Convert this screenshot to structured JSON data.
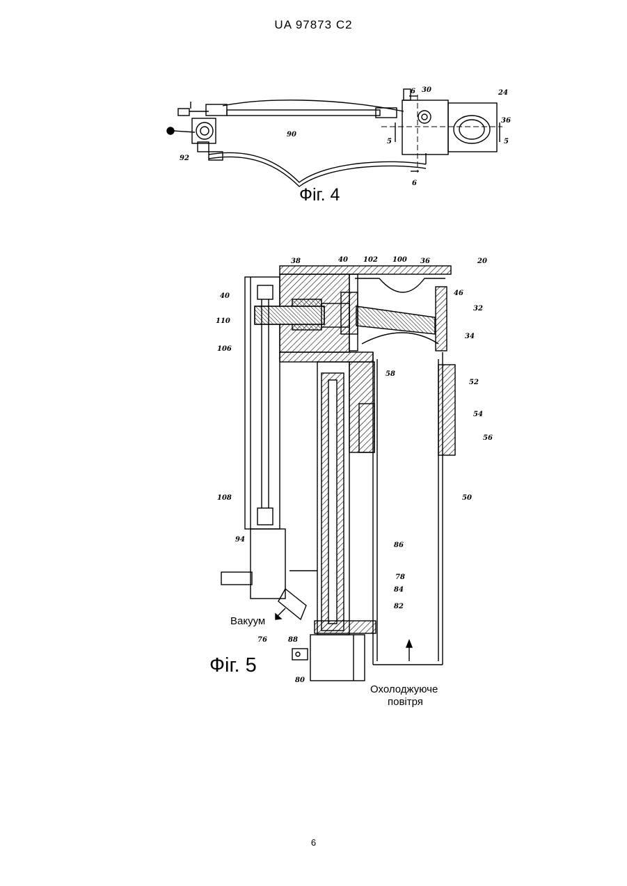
{
  "header": {
    "patent_number": "UA   97873   C2"
  },
  "figure4": {
    "caption": "Фіг. 4",
    "refs": [
      "6",
      "30",
      "24",
      "36",
      "90",
      "92",
      "5",
      "5",
      "6"
    ]
  },
  "figure5": {
    "caption": "Фіг. 5",
    "refs": [
      "38",
      "40",
      "102",
      "100",
      "36",
      "20",
      "40",
      "46",
      "32",
      "110",
      "34",
      "106",
      "58",
      "52",
      "54",
      "56",
      "50",
      "108",
      "94",
      "86",
      "78",
      "84",
      "82",
      "76",
      "88",
      "80"
    ],
    "label_vacuum": "Вакуум",
    "label_air_line1": "Охолоджуюче",
    "label_air_line2": "повітря"
  },
  "footer": {
    "page_number": "6"
  }
}
